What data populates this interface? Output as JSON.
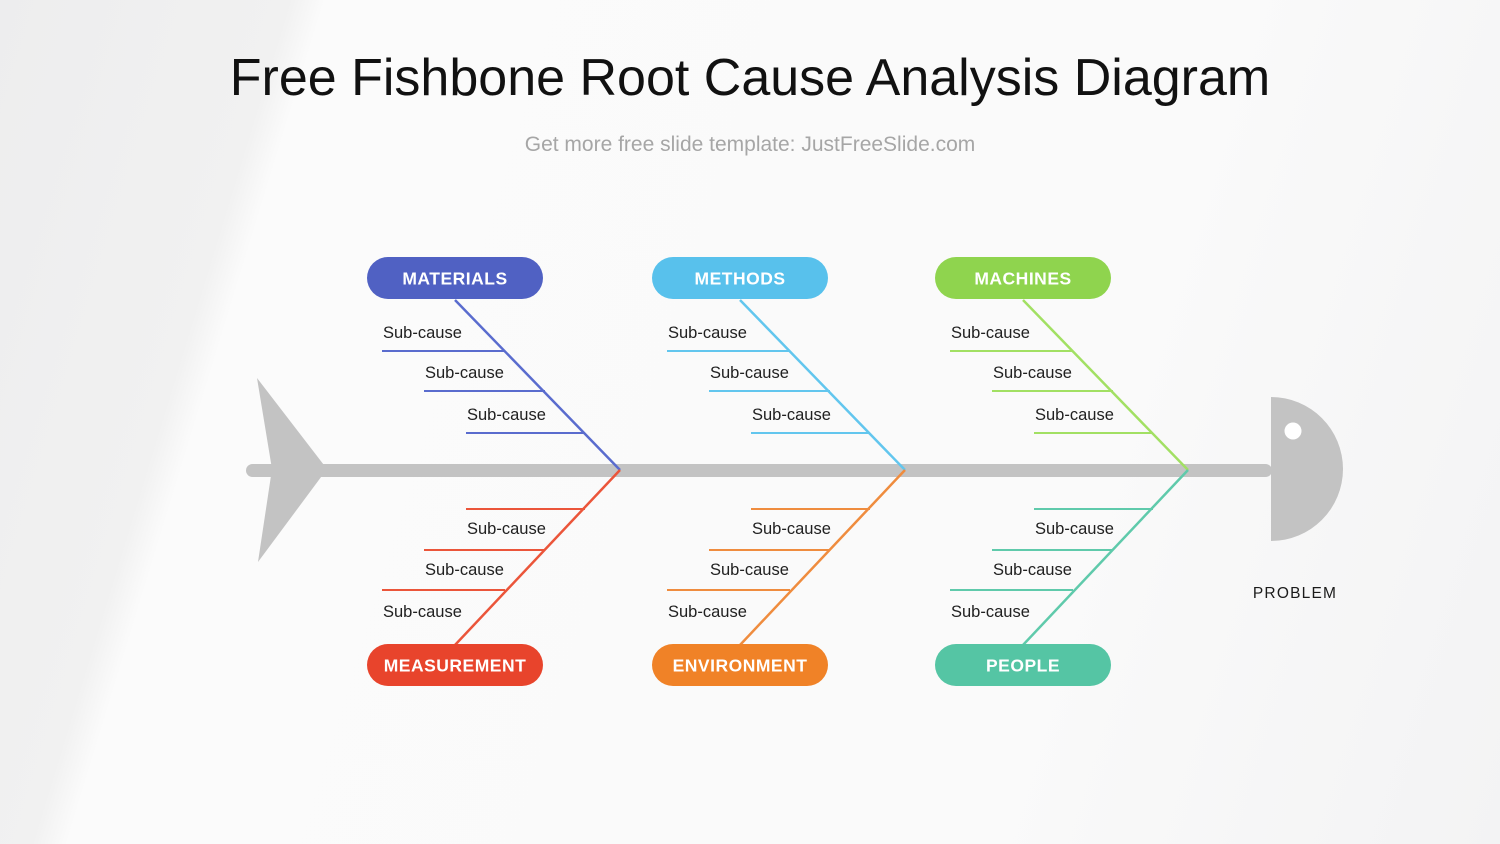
{
  "slide": {
    "title": "Free Fishbone Root Cause Analysis Diagram",
    "subtitle": "Get more free slide template: JustFreeSlide.com"
  },
  "fish": {
    "problem_label": "PROBLEM",
    "body_color": "#c3c3c3",
    "eye_color": "#ffffff"
  },
  "categories": [
    {
      "label": "MATERIALS",
      "position": "top-left",
      "color": "#5061c3",
      "line_color": "#5a6cce",
      "sub_causes": [
        "Sub-cause",
        "Sub-cause",
        "Sub-cause"
      ]
    },
    {
      "label": "METHODS",
      "position": "top-center",
      "color": "#58c1ec",
      "line_color": "#62c6ee",
      "sub_causes": [
        "Sub-cause",
        "Sub-cause",
        "Sub-cause"
      ]
    },
    {
      "label": "MACHINES",
      "position": "top-right",
      "color": "#8fd44e",
      "line_color": "#a2e063",
      "sub_causes": [
        "Sub-cause",
        "Sub-cause",
        "Sub-cause"
      ]
    },
    {
      "label": "MEASUREMENT",
      "position": "bottom-left",
      "color": "#e8442c",
      "line_color": "#eb553a",
      "sub_causes": [
        "Sub-cause",
        "Sub-cause",
        "Sub-cause"
      ]
    },
    {
      "label": "ENVIRONMENT",
      "position": "bottom-center",
      "color": "#f08227",
      "line_color": "#ef8c3e",
      "sub_causes": [
        "Sub-cause",
        "Sub-cause",
        "Sub-cause"
      ]
    },
    {
      "label": "PEOPLE",
      "position": "bottom-right",
      "color": "#55c5a4",
      "line_color": "#5fcaab",
      "sub_causes": [
        "Sub-cause",
        "Sub-cause",
        "Sub-cause"
      ]
    }
  ]
}
